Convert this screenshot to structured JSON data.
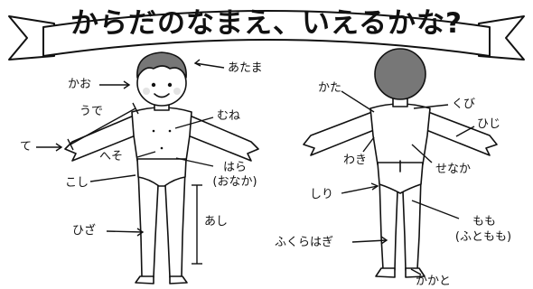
{
  "title": "からだのなまえ、いえるかな?",
  "front": {
    "kao": "かお",
    "atama": "あたま",
    "ude": "うで",
    "mune": "むね",
    "te": "て",
    "heso": "へそ",
    "hara": "はら",
    "hara_alt": "(おなか)",
    "koshi": "こし",
    "ashi": "あし",
    "hiza": "ひざ"
  },
  "back": {
    "kata": "かた",
    "kubi": "くび",
    "hiji": "ひじ",
    "waki": "わき",
    "senaka": "せなか",
    "shiri": "しり",
    "momo": "もも",
    "momo_alt": "(ふともも)",
    "fukurahagi": "ふくらはぎ",
    "kakato": "かかと"
  },
  "colors": {
    "line": "#111111",
    "skin": "#ffffff",
    "hair": "#777777",
    "cheek": "#e3e3e3"
  }
}
